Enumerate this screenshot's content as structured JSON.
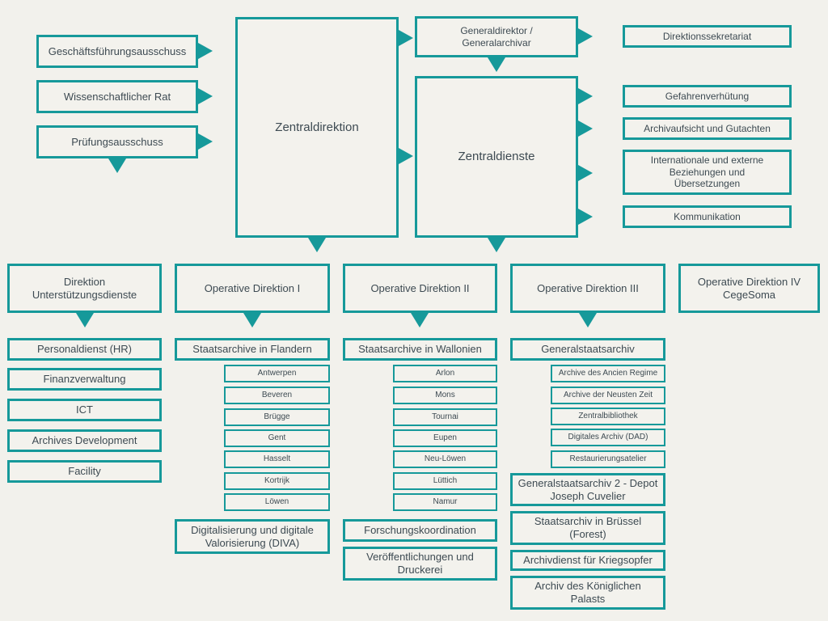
{
  "colors": {
    "accent": "#16999a",
    "background": "#f2f1ec",
    "text": "#3d4a52"
  },
  "top_left": {
    "geschaeftsfuehrung": "Geschäftsführungsausschuss",
    "wissenschaftlicher_rat": "Wissenschaftlicher Rat",
    "pruefungsausschuss": "Prüfungsausschuss"
  },
  "center": {
    "zentraldirektion": "Zentraldirektion",
    "generaldirektor": "Generaldirektor /\nGeneralarchivar",
    "zentraldienste": "Zentraldienste"
  },
  "right": {
    "direktionssekretariat": "Direktionssekretariat",
    "gefahrenverhuetung": "Gefahrenverhütung",
    "archivaufsicht": "Archivaufsicht und Gutachten",
    "internationale": "Internationale und externe\nBeziehungen und\nÜbersetzungen",
    "kommunikation": "Kommunikation"
  },
  "directions": {
    "unterstuetzung": "Direktion\nUnterstützungsdienste",
    "op1": "Operative Direktion I",
    "op2": "Operative Direktion II",
    "op3": "Operative Direktion III",
    "op4": "Operative Direktion IV\nCegeSoma"
  },
  "support_services": [
    "Personaldienst (HR)",
    "Finanzverwaltung",
    "ICT",
    "Archives Development",
    "Facility"
  ],
  "op1": {
    "header": "Staatsarchive in Flandern",
    "archives": [
      "Antwerpen",
      "Beveren",
      "Brügge",
      "Gent",
      "Hasselt",
      "Kortrijk",
      "Löwen"
    ],
    "diva": "Digitalisierung und digitale\nValorisierung (DIVA)"
  },
  "op2": {
    "header": "Staatsarchive in Wallonien",
    "archives": [
      "Arlon",
      "Mons",
      "Tournai",
      "Eupen",
      "Neu-Löwen",
      "Lüttich",
      "Namur"
    ],
    "forschung": "Forschungskoordination",
    "veroeffentlichungen": "Veröffentlichungen und\nDruckerei"
  },
  "op3": {
    "header": "Generalstaatsarchiv",
    "units": [
      "Archive des Ancien Regime",
      "Archive der Neusten Zeit",
      "Zentralbibliothek",
      "Digitales Archiv (DAD)",
      "Restaurierungsatelier"
    ],
    "depot": "Generalstaatsarchiv 2 - Depot\nJoseph Cuvelier",
    "bruessel": "Staatsarchiv in Brüssel\n(Forest)",
    "kriegsopfer": "Archivdienst für Kriegsopfer",
    "palast": "Archiv des Königlichen\nPalasts"
  }
}
